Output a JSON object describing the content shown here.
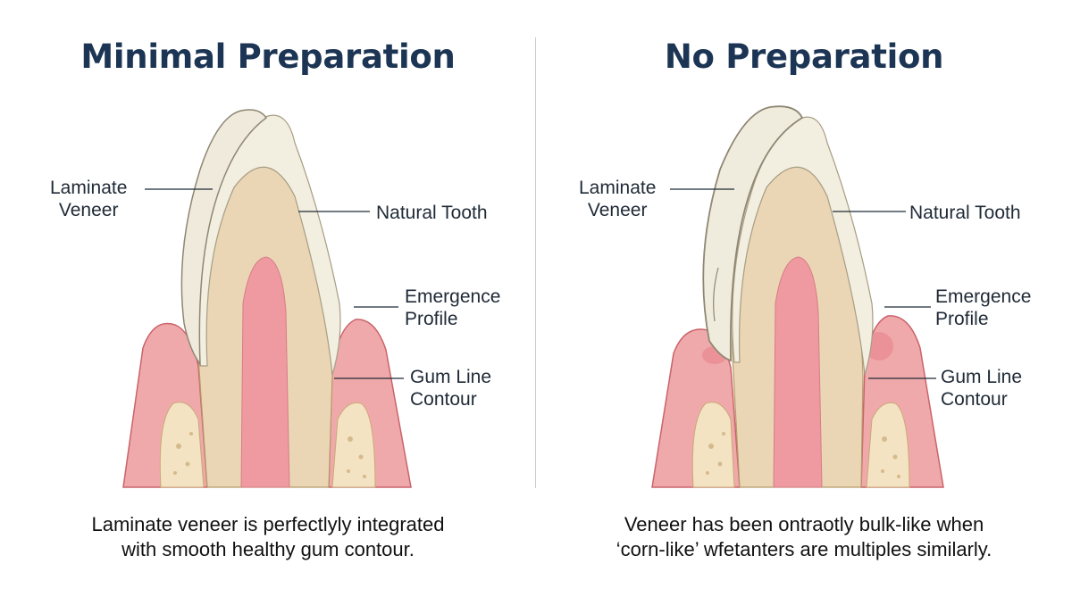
{
  "panels": {
    "left": {
      "title": "Minimal Preparation",
      "labels": {
        "veneer": [
          "Laminate",
          "Veneer"
        ],
        "natural_tooth": "Natural Tooth",
        "emergence": [
          "Emergence",
          "Profile"
        ],
        "gum": [
          "Gum Line",
          "Contour"
        ]
      },
      "caption": [
        "Laminate veneer is perfectlyly integrated",
        "with smooth healthy gum contour."
      ]
    },
    "right": {
      "title": "No Preparation",
      "labels": {
        "veneer": [
          "Laminate",
          "Veneer"
        ],
        "natural_tooth": "Natural Tooth",
        "emergence": [
          "Emergence",
          "Profile"
        ],
        "gum": [
          "Gum Line",
          "Contour"
        ]
      },
      "caption": [
        "Veneer has been ontraotly bulk-like when",
        "‘corn-like’ wfetanters are multiples similarly."
      ]
    }
  },
  "colors": {
    "title": "#1c3554",
    "gum": "#f0a9aa",
    "gum_edge": "#c9636b",
    "bone": "#f3e3c2",
    "enamel": "#f2eee0",
    "dentin": "#ead6b5",
    "pulp": "#ee9aa0",
    "leader": "#1f2a36"
  }
}
